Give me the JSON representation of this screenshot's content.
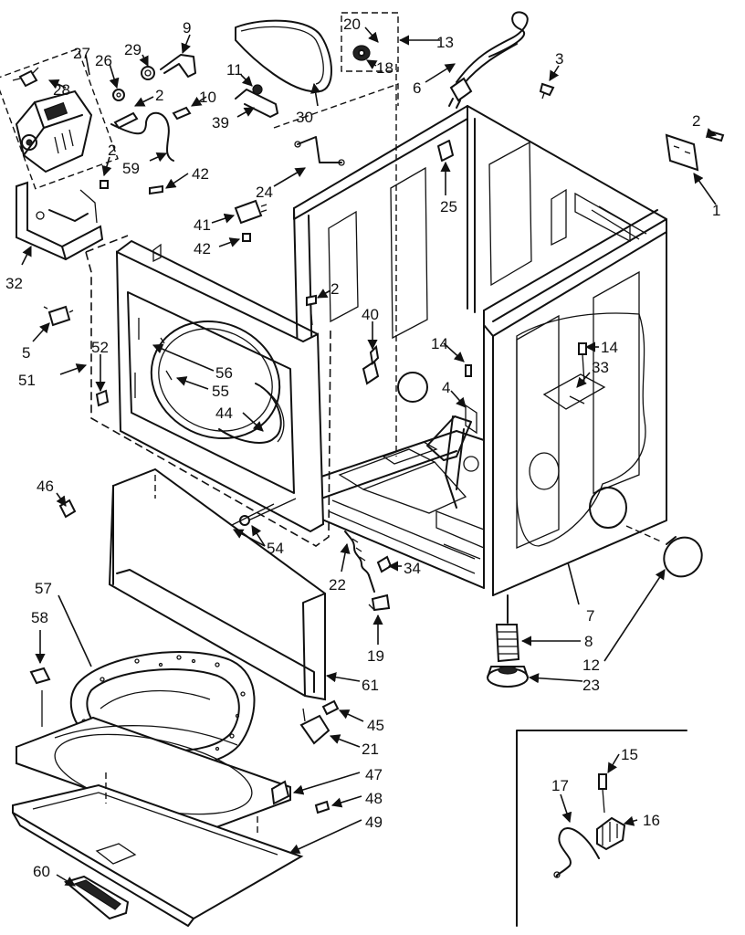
{
  "diagram": {
    "part_labels": {
      "p1": "1",
      "p2a": "2",
      "p2b": "2",
      "p2c": "2",
      "p2d": "2",
      "p3": "3",
      "p4": "4",
      "p5": "5",
      "p6": "6",
      "p7": "7",
      "p8": "8",
      "p9": "9",
      "p10": "10",
      "p11": "11",
      "p12": "12",
      "p13": "13",
      "p14a": "14",
      "p14b": "14",
      "p15": "15",
      "p16": "16",
      "p17": "17",
      "p18": "18",
      "p19": "19",
      "p20": "20",
      "p21": "21",
      "p22": "22",
      "p23": "23",
      "p24": "24",
      "p25": "25",
      "p26": "26",
      "p27": "27",
      "p28": "28",
      "p29": "29",
      "p30": "30",
      "p32": "32",
      "p33": "33",
      "p34": "34",
      "p39": "39",
      "p40": "40",
      "p41": "41",
      "p42a": "42",
      "p42b": "42",
      "p44": "44",
      "p45": "45",
      "p46": "46",
      "p47": "47",
      "p48": "48",
      "p49": "49",
      "p51": "51",
      "p52": "52",
      "p54": "54",
      "p55": "55",
      "p56": "56",
      "p57": "57",
      "p58": "58",
      "p59": "59",
      "p60": "60",
      "p61": "61"
    }
  }
}
